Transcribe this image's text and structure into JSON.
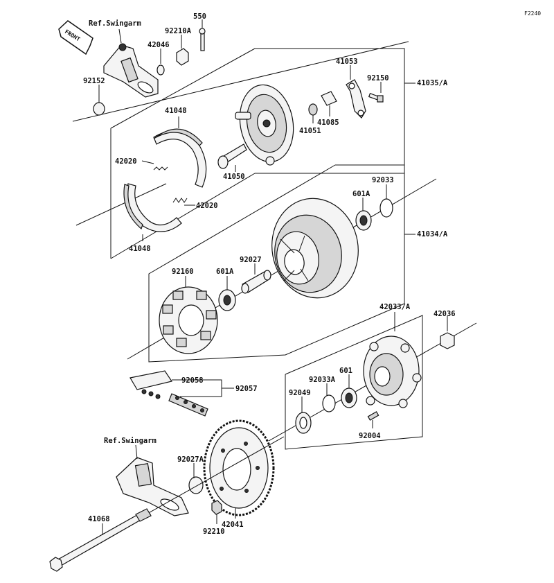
{
  "figure_code": "F2240",
  "front_label": "FRONT",
  "refs": {
    "swingarm_top": "Ref.Swingarm",
    "swingarm_bottom": "Ref.Swingarm"
  },
  "labels": {
    "p550": "550",
    "p92210A": "92210A",
    "p42046": "42046",
    "p92152": "92152",
    "p41053": "41053",
    "p92150": "92150",
    "p41035A": "41035/A",
    "p41085": "41085",
    "p41051": "41051",
    "p41048_top": "41048",
    "p42020_top": "42020",
    "p41050": "41050",
    "p42020_bot": "42020",
    "p41048_bot": "41048",
    "p601A_top": "601A",
    "p92033": "92033",
    "p41034A": "41034/A",
    "p92160": "92160",
    "p601A_mid": "601A",
    "p92027": "92027",
    "p42033A": "42033/A",
    "p42036": "42036",
    "p92058": "92058",
    "p92057": "92057",
    "p92033A": "92033A",
    "p601": "601",
    "p92049": "92049",
    "p92004": "92004",
    "p92027A": "92027A",
    "p41068": "41068",
    "p92210": "92210",
    "p42041": "42041"
  }
}
